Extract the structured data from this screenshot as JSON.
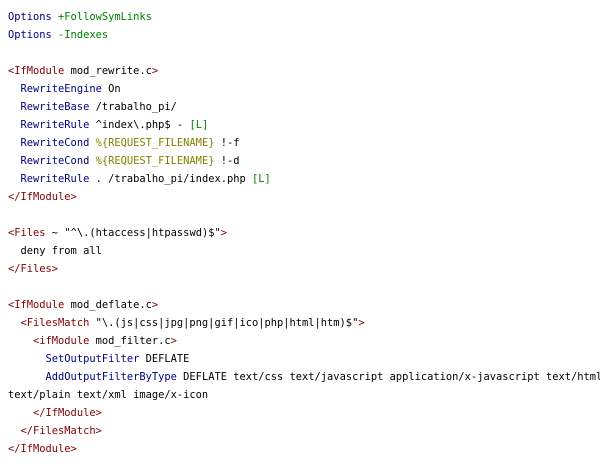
{
  "lines": [
    {
      "parts": [
        {
          "t": "Options ",
          "c": "directive"
        },
        {
          "t": "+FollowSymLinks",
          "c": "flag"
        }
      ]
    },
    {
      "parts": [
        {
          "t": "Options ",
          "c": "directive"
        },
        {
          "t": "-Indexes",
          "c": "flag"
        }
      ]
    },
    {
      "parts": []
    },
    {
      "parts": [
        {
          "t": "<IfModule",
          "c": "tag"
        },
        {
          "t": " mod_rewrite.c",
          "c": "plain"
        },
        {
          "t": ">",
          "c": "tag"
        }
      ]
    },
    {
      "parts": [
        {
          "t": "  RewriteEngine ",
          "c": "directive"
        },
        {
          "t": "On",
          "c": "plain"
        }
      ]
    },
    {
      "parts": [
        {
          "t": "  RewriteBase ",
          "c": "directive"
        },
        {
          "t": "/trabalho_pi/",
          "c": "plain"
        }
      ]
    },
    {
      "parts": [
        {
          "t": "  RewriteRule ",
          "c": "directive"
        },
        {
          "t": "^index\\.php$ - ",
          "c": "plain"
        },
        {
          "t": "[L]",
          "c": "flag"
        }
      ]
    },
    {
      "parts": [
        {
          "t": "  RewriteCond ",
          "c": "directive"
        },
        {
          "t": "%{REQUEST_FILENAME}",
          "c": "env"
        },
        {
          "t": " !-f",
          "c": "plain"
        }
      ]
    },
    {
      "parts": [
        {
          "t": "  RewriteCond ",
          "c": "directive"
        },
        {
          "t": "%{REQUEST_FILENAME}",
          "c": "env"
        },
        {
          "t": " !-d",
          "c": "plain"
        }
      ]
    },
    {
      "parts": [
        {
          "t": "  RewriteRule ",
          "c": "directive"
        },
        {
          "t": ". /trabalho_pi/index.php ",
          "c": "plain"
        },
        {
          "t": "[L]",
          "c": "flag"
        }
      ]
    },
    {
      "parts": [
        {
          "t": "</IfModule>",
          "c": "tag"
        }
      ]
    },
    {
      "parts": []
    },
    {
      "parts": [
        {
          "t": "<Files",
          "c": "tag"
        },
        {
          "t": " ~ ",
          "c": "plain"
        },
        {
          "t": "\"^\\.(htaccess|htpasswd)$\"",
          "c": "plain"
        },
        {
          "t": ">",
          "c": "tag"
        }
      ]
    },
    {
      "parts": [
        {
          "t": "  deny from all",
          "c": "plain"
        }
      ]
    },
    {
      "parts": [
        {
          "t": "</Files>",
          "c": "tag"
        }
      ]
    },
    {
      "parts": []
    },
    {
      "parts": [
        {
          "t": "<IfModule",
          "c": "tag"
        },
        {
          "t": " mod_deflate.c",
          "c": "plain"
        },
        {
          "t": ">",
          "c": "tag"
        }
      ]
    },
    {
      "parts": [
        {
          "t": "  <FilesMatch",
          "c": "tag"
        },
        {
          "t": " \"\\.(js|css|jpg|png|gif|ico|php|html|htm)$\"",
          "c": "plain"
        },
        {
          "t": ">",
          "c": "tag"
        }
      ]
    },
    {
      "parts": [
        {
          "t": "    <ifModule",
          "c": "tag"
        },
        {
          "t": " mod_filter.c",
          "c": "plain"
        },
        {
          "t": ">",
          "c": "tag"
        }
      ]
    },
    {
      "parts": [
        {
          "t": "      SetOutputFilter ",
          "c": "directive"
        },
        {
          "t": "DEFLATE",
          "c": "plain"
        }
      ]
    },
    {
      "parts": [
        {
          "t": "      AddOutputFilterByType ",
          "c": "directive"
        },
        {
          "t": "DEFLATE text/css text/javascript application/x-javascript text/html",
          "c": "plain"
        }
      ]
    },
    {
      "parts": [
        {
          "t": "text/plain text/xml image/x-icon",
          "c": "plain"
        }
      ]
    },
    {
      "parts": [
        {
          "t": "    </IfModule>",
          "c": "tag"
        }
      ]
    },
    {
      "parts": [
        {
          "t": "  </FilesMatch>",
          "c": "tag"
        }
      ]
    },
    {
      "parts": [
        {
          "t": "</IfModule>",
          "c": "tag"
        }
      ]
    }
  ],
  "colors": {
    "tag": "#800000",
    "directive": "#000080",
    "flag": "#008000",
    "env": "#808000",
    "plain": "#000000"
  }
}
